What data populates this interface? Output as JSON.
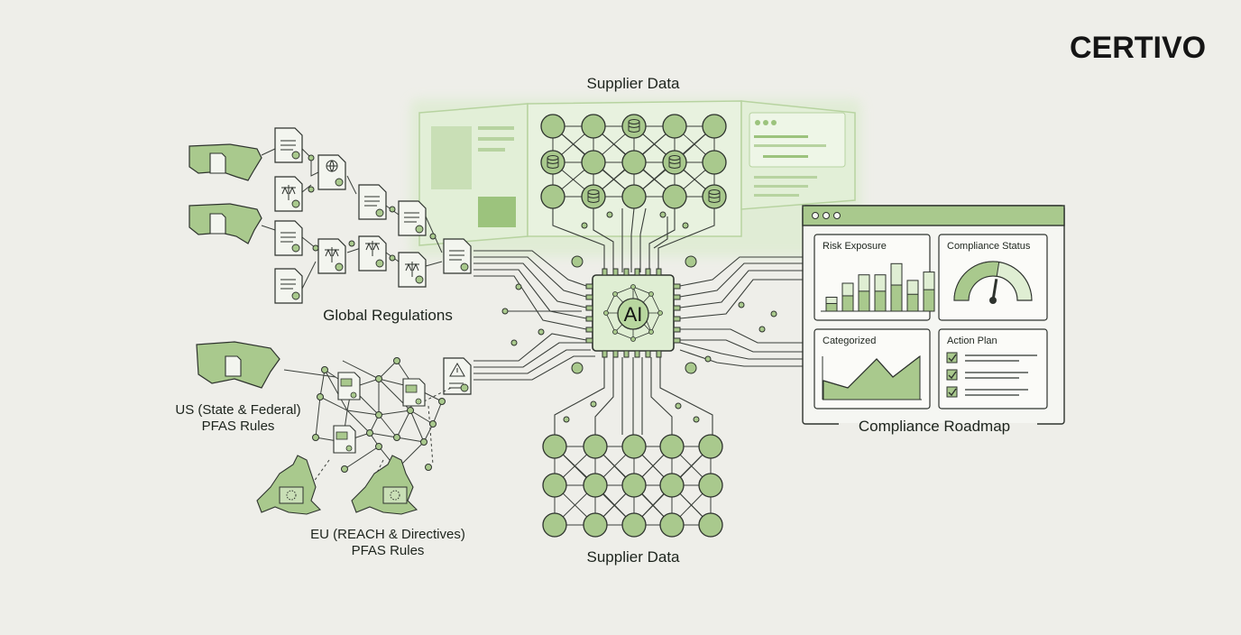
{
  "brand": {
    "logo_text": "CERTIVO"
  },
  "labels": {
    "supplier_data_top": "Supplier Data",
    "supplier_data_bottom": "Supplier Data",
    "global_regulations": "Global Regulations",
    "us_rules_line1": "US (State & Federal)",
    "us_rules_line2": "PFAS Rules",
    "eu_rules_line1": "EU (REACH & Directives)",
    "eu_rules_line2": "PFAS Rules",
    "ai_chip": "AI",
    "compliance_roadmap": "Compliance Roadmap"
  },
  "dashboard": {
    "risk_exposure": {
      "title": "Risk Exposure",
      "bar_levels": [
        0.25,
        0.5,
        0.65,
        0.65,
        0.85,
        0.55,
        0.7
      ]
    },
    "compliance_status": {
      "title": "Compliance Status",
      "gauge_level": 0.55
    },
    "categorized": {
      "title": "Categorized"
    },
    "action_plan": {
      "title": "Action Plan",
      "items_checked": [
        true,
        true,
        true
      ]
    }
  },
  "colors": {
    "accent_green": "#a9c98d",
    "dark_green": "#6f9b58",
    "line": "#3a3f3a",
    "background": "#eeeee9",
    "panel_tint": "#dfeed3"
  },
  "icons": [
    "us-map-icon",
    "eu-map-icon",
    "document-icon",
    "scale-icon",
    "globe-icon",
    "warning-icon",
    "database-icon",
    "checkbox-icon"
  ]
}
